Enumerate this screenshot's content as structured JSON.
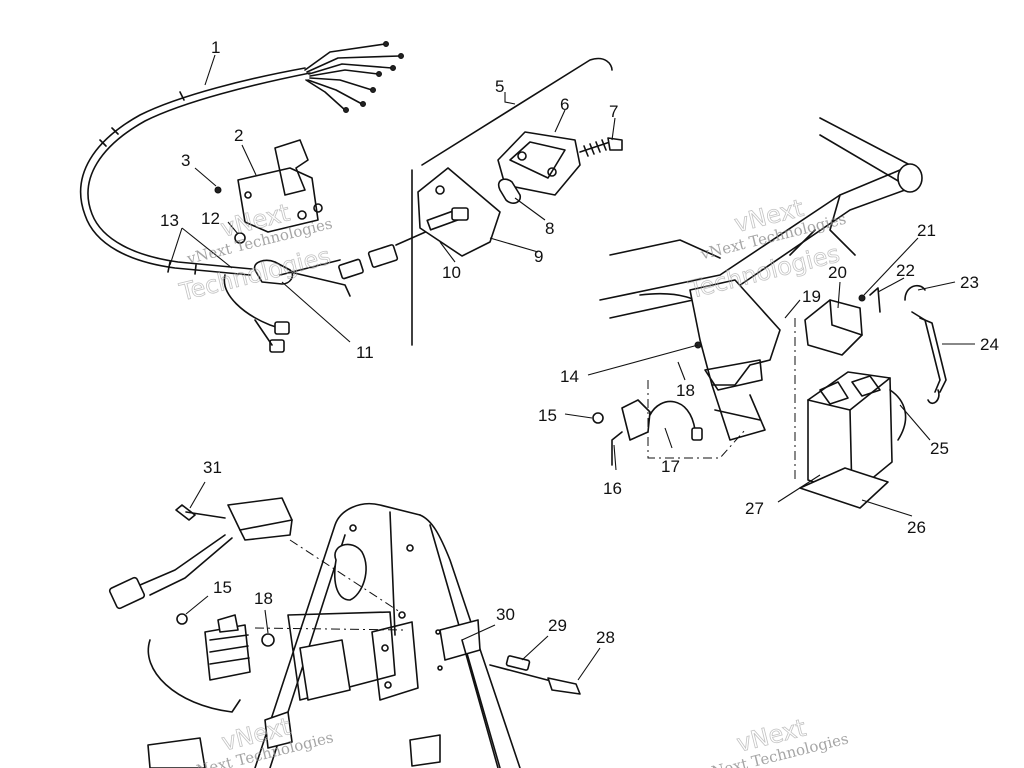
{
  "watermark": {
    "line1": "vNext",
    "line2": "Technologies",
    "small": "vNext Technologies"
  },
  "callouts": {
    "c1": "1",
    "c2": "2",
    "c3": "3",
    "c5": "5",
    "c6": "6",
    "c7": "7",
    "c8": "8",
    "c9": "9",
    "c10": "10",
    "c11": "11",
    "c12": "12",
    "c13": "13",
    "c14": "14",
    "c15a": "15",
    "c15b": "15",
    "c16": "16",
    "c17": "17",
    "c18a": "18",
    "c18b": "18",
    "c19": "19",
    "c20": "20",
    "c21": "21",
    "c22": "22",
    "c23": "23",
    "c24": "24",
    "c25": "25",
    "c26": "26",
    "c27": "27",
    "c28": "28",
    "c29": "29",
    "c30": "30",
    "c31": "31"
  }
}
